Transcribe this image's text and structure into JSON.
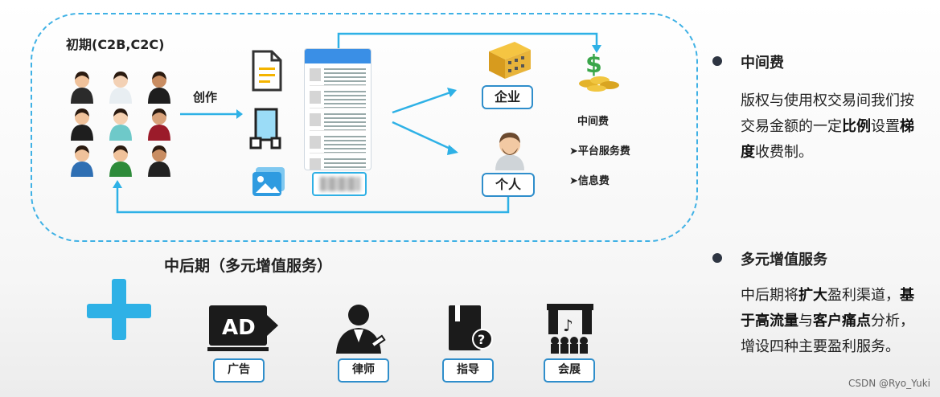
{
  "early_title": "初期(C2B,C2C)",
  "create_label": "创作",
  "enterprise_label": "企业",
  "individual_label": "个人",
  "fees": {
    "line1": "中间费",
    "line2": "➤平台服务费",
    "line3": "➤信息费"
  },
  "mid_title": "中后期（多元增值服务）",
  "services": {
    "ad_icon_text": "AD",
    "ad": "广告",
    "lawyer": "律师",
    "guide": "指导",
    "exhibition": "会展"
  },
  "side": {
    "section1_head": "中间费",
    "section1_body": [
      {
        "t": "版权与使用权交易间我们按交易金额的一定",
        "bold": false
      },
      {
        "t": "比例",
        "bold": true
      },
      {
        "t": "设置",
        "bold": false
      },
      {
        "t": "梯度",
        "bold": true
      },
      {
        "t": "收费制。",
        "bold": false
      }
    ],
    "section2_head": "多元增值服务",
    "section2_body": [
      {
        "t": "中后期将",
        "bold": false
      },
      {
        "t": "扩大",
        "bold": true
      },
      {
        "t": "盈利渠道，",
        "bold": false
      },
      {
        "t": "基于",
        "bold": true
      },
      {
        "t": "高流量",
        "bold": true
      },
      {
        "t": "与",
        "bold": false
      },
      {
        "t": "客户痛点",
        "bold": true
      },
      {
        "t": "分析，增设四种主要盈利服务。",
        "bold": false
      }
    ]
  },
  "icon_colors": {
    "accent": "#2eb1e6",
    "box_border": "#2f8ecb"
  },
  "watermark": "CSDN @Ryo_Yuki"
}
